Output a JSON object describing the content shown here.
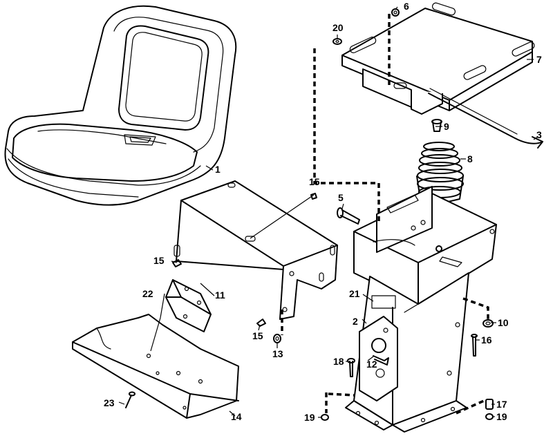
{
  "callouts": [
    {
      "id": "c1",
      "text": "1"
    },
    {
      "id": "c2",
      "text": "2"
    },
    {
      "id": "c3",
      "text": "3"
    },
    {
      "id": "c5",
      "text": "5"
    },
    {
      "id": "c6",
      "text": "6"
    },
    {
      "id": "c7",
      "text": "7"
    },
    {
      "id": "c8",
      "text": "8"
    },
    {
      "id": "c9",
      "text": "9"
    },
    {
      "id": "c10",
      "text": "10"
    },
    {
      "id": "c11",
      "text": "11"
    },
    {
      "id": "c12",
      "text": "12"
    },
    {
      "id": "c13",
      "text": "13"
    },
    {
      "id": "c14",
      "text": "14"
    },
    {
      "id": "c15a",
      "text": "15"
    },
    {
      "id": "c15b",
      "text": "15"
    },
    {
      "id": "c15c",
      "text": "15"
    },
    {
      "id": "c16",
      "text": "16"
    },
    {
      "id": "c17",
      "text": "17"
    },
    {
      "id": "c18",
      "text": "18"
    },
    {
      "id": "c19a",
      "text": "19"
    },
    {
      "id": "c19b",
      "text": "19"
    },
    {
      "id": "c20",
      "text": "20"
    },
    {
      "id": "c21",
      "text": "21"
    },
    {
      "id": "c22",
      "text": "22"
    },
    {
      "id": "c23",
      "text": "23"
    }
  ]
}
